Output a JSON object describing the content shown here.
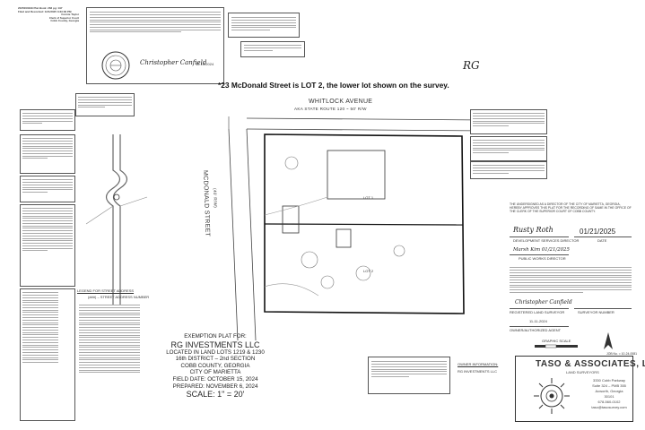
{
  "recording_stamp": {
    "line1": "2025000339 Plat Book: 283 pg: 197",
    "line2": "Filed and Recorded: 1/21/2025 3:33:00 PM",
    "line3": "Connie Taylor",
    "line4": "Clerk of Superior Court",
    "line5": "Cobb County, Georgia"
  },
  "survey_note": "*23 McDonald Street is LOT 2, the lower lot shown on the survey.",
  "handwritten_initials": "RG",
  "streets": {
    "whitlock": "WHITLOCK AVENUE",
    "whitlock_aka": "AKA STATE ROUTE 120 ~ 50' R/W",
    "mcdonald": "MCDONALD STREET",
    "mcdonald_rw": "(40' R/W)"
  },
  "lots": {
    "lot1": "LOT 1",
    "lot2": "LOT 2"
  },
  "legend": {
    "title": "LEGEND FOR STREET ADDRESS",
    "item": "(###) – STREET ADDRESS NUMBER"
  },
  "title_block": {
    "line1": "EXEMPTION PLAT FOR:",
    "line2": "RG INVESTMENTS LLC",
    "line3": "LOCATED IN LAND LOTS 1219 & 1230",
    "line4": "16th DISTRICT – 2nd SECTION",
    "line5": "COBB COUNTY, GEORGIA",
    "line6": "CITY OF MARIETTA",
    "line7": "FIELD DATE: OCTOBER 15, 2024",
    "line8": "PREPARED: NOVEMBER 6, 2024",
    "line9": "SCALE:  1\" = 20'"
  },
  "approval": {
    "text": "THE UNDERSIGNED AS A DIRECTOR OF THE CITY OF MARIETTA, GEORGIA, HEREBY APPROVES THIS PLAT FOR THE RECORDING OF SAME IN THE OFFICE OF THE CLERK OF THE SUPERIOR COURT OF COBB COUNTY.",
    "signature": "Rusty Roth",
    "date": "01/21/2025",
    "label1": "DEVELOPMENT SERVICES DIRECTOR",
    "label_date": "DATE",
    "signature2": "Marsh Kim 01/21/2025",
    "label2": "PUBLIC WORKS DIRECTOR",
    "label3": "REGISTERED LAND SURVEYOR",
    "label4": "SURVEYOR NUMBER",
    "label5": "OWNER/AUTHORIZED AGENT",
    "owner_date": "11-11-2024"
  },
  "owner_info": {
    "title": "OWNER INFORMATION:",
    "name": "RG INVESTMENTS LLC"
  },
  "surveyor_stamp_signature": "Christopher Canfield",
  "surveyor_stamp_date": "11-13-2024",
  "firm": {
    "name": "TASO & ASSOCIATES, LLC",
    "sub": "LAND SURVEYORS",
    "addr1": "3330 Cobb Parkway",
    "addr2": "Suite 324 – PMB 355",
    "addr3": "Acworth, Georgia",
    "addr4": "30101",
    "addr5": "678-560-0102",
    "addr6": "taso@tasosurvey.com"
  },
  "graphic_scale": "GRAPHIC SCALE",
  "job_no": "JOB No. = 10-24-0081"
}
